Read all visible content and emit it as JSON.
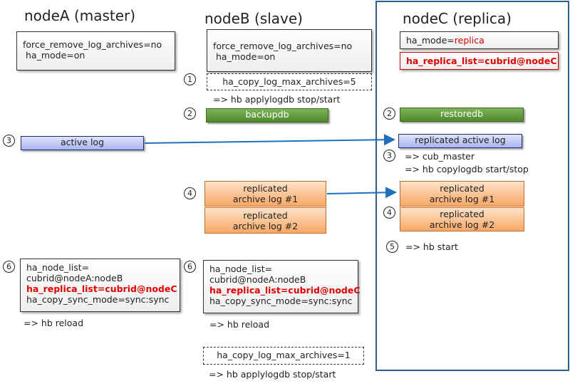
{
  "nodeA": {
    "title": "nodeA (master)",
    "config": [
      "force_remove_log_archives=no",
      "ha_mode=on"
    ],
    "active_log": "active log",
    "step6_list": [
      "ha_node_list=",
      "cubrid@nodeA:nodeB"
    ],
    "step6_replica": "ha_replica_list=cubrid@nodeC",
    "step6_sync": "ha_copy_sync_mode=sync:sync",
    "reload": "=> hb reload"
  },
  "nodeB": {
    "title": "nodeB (slave)",
    "config": [
      "force_remove_log_archives=no",
      "ha_mode=on"
    ],
    "max_archives_5": "ha_copy_log_max_archives=5",
    "applylogdb_1": "=> hb applylogdb stop/start",
    "backupdb": "backupdb",
    "archive1": [
      "replicated",
      "archive log #1"
    ],
    "archive2": [
      "replicated",
      "archive log #2"
    ],
    "step6_list": [
      "ha_node_list=",
      "cubrid@nodeA:nodeB"
    ],
    "step6_replica": "ha_replica_list=cubrid@nodeC",
    "step6_sync": "ha_copy_sync_mode=sync:sync",
    "reload": "=> hb reload",
    "max_archives_1": "ha_copy_log_max_archives=1",
    "applylogdb_2": "=> hb applylogdb stop/start"
  },
  "nodeC": {
    "title": "nodeC (replica)",
    "ha_mode_key": "ha_mode=",
    "ha_mode_value": "replica",
    "replica_list": "ha_replica_list=cubrid@nodeC",
    "restoredb": "restoredb",
    "active_log": "replicated active log",
    "cub_master": "=> cub_master",
    "copylogdb": "=> hb copylogdb start/stop",
    "archive1": [
      "replicated",
      "archive log #1"
    ],
    "archive2": [
      "replicated",
      "archive log #2"
    ],
    "hb_start": "=> hb start"
  },
  "steps": {
    "s1": "1",
    "s2": "2",
    "s3": "3",
    "s4": "4",
    "s5": "5",
    "s6": "6"
  },
  "colors": {
    "nodec_frame": "#2e5f91",
    "arrow": "#1f6fbf",
    "highlight": "#e00000"
  }
}
